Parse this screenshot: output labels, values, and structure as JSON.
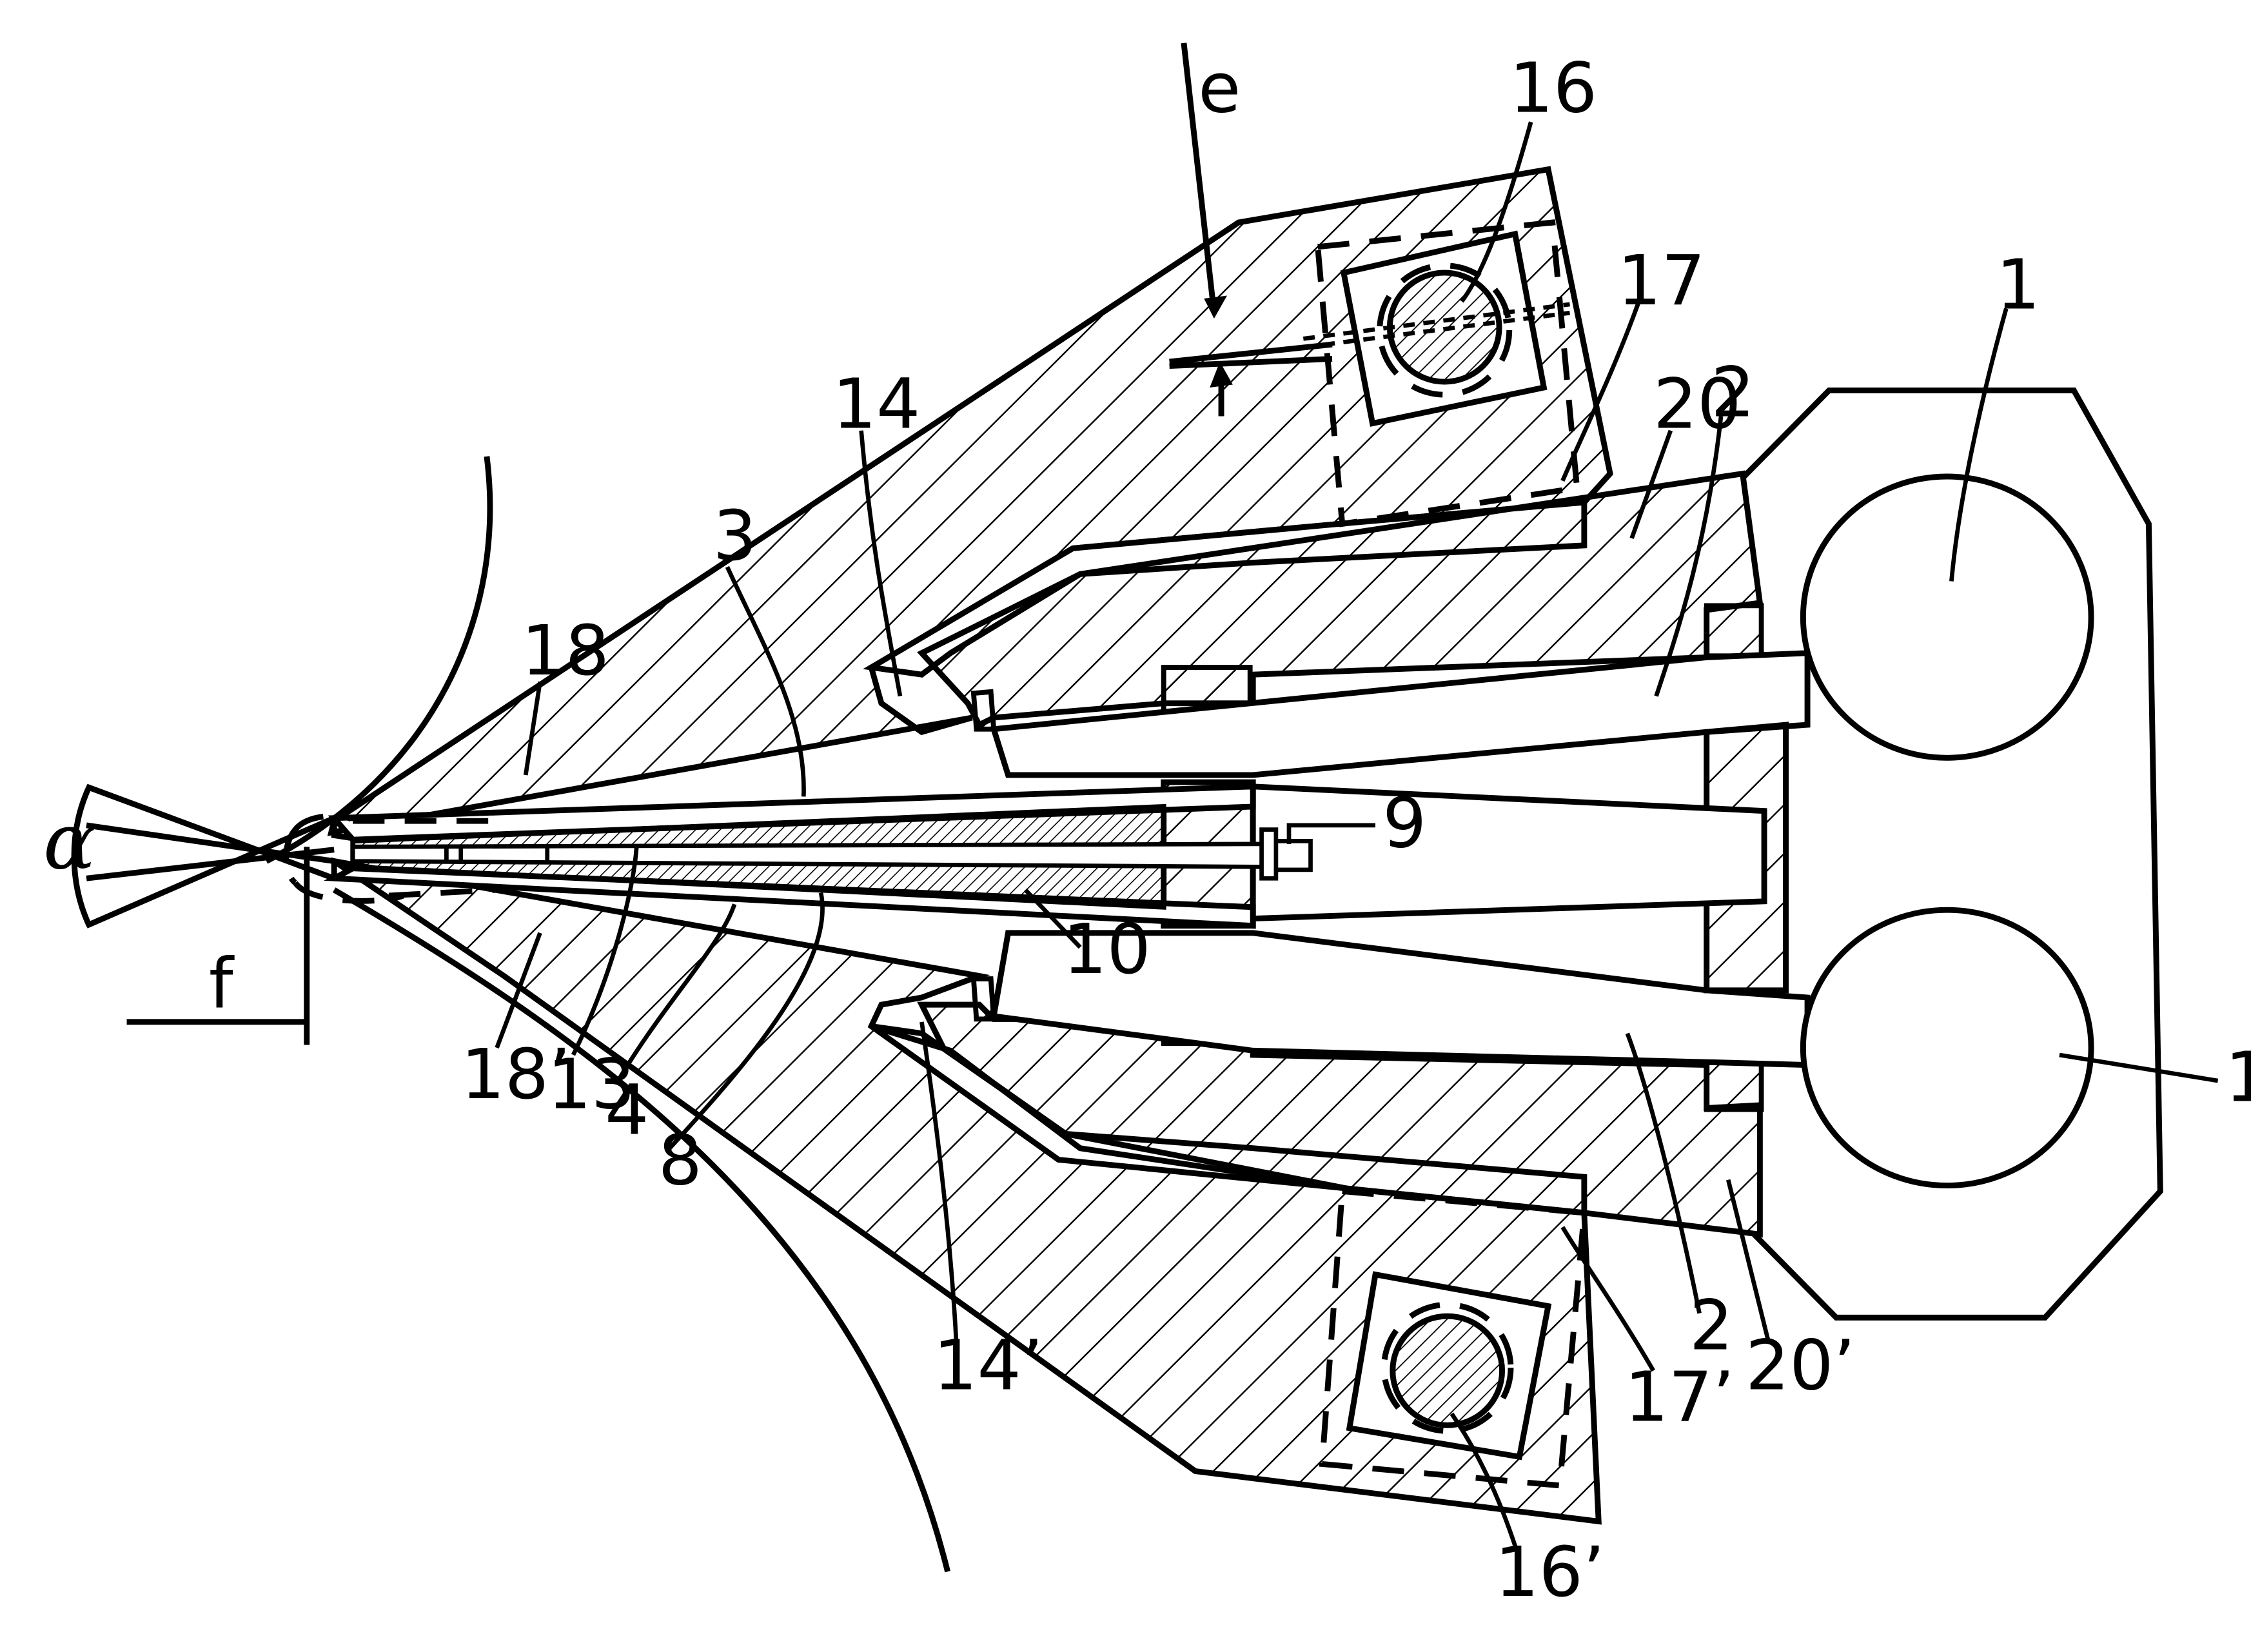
{
  "labels": {
    "e": "e",
    "f": "f",
    "alpha": "α",
    "l1_top": "1",
    "l1_bot": "1",
    "l2_top": "2",
    "l2_bot": "2",
    "l3": "3",
    "l4": "4",
    "l8": "8",
    "l9": "9",
    "l10": "10",
    "l13": "13",
    "l14": "14",
    "l14p": "14’",
    "l16": "16",
    "l16p": "16’",
    "l17": "17",
    "l17p": "17’",
    "l18": "18",
    "l18p": "18’",
    "l20": "20",
    "l20p": "20’"
  }
}
